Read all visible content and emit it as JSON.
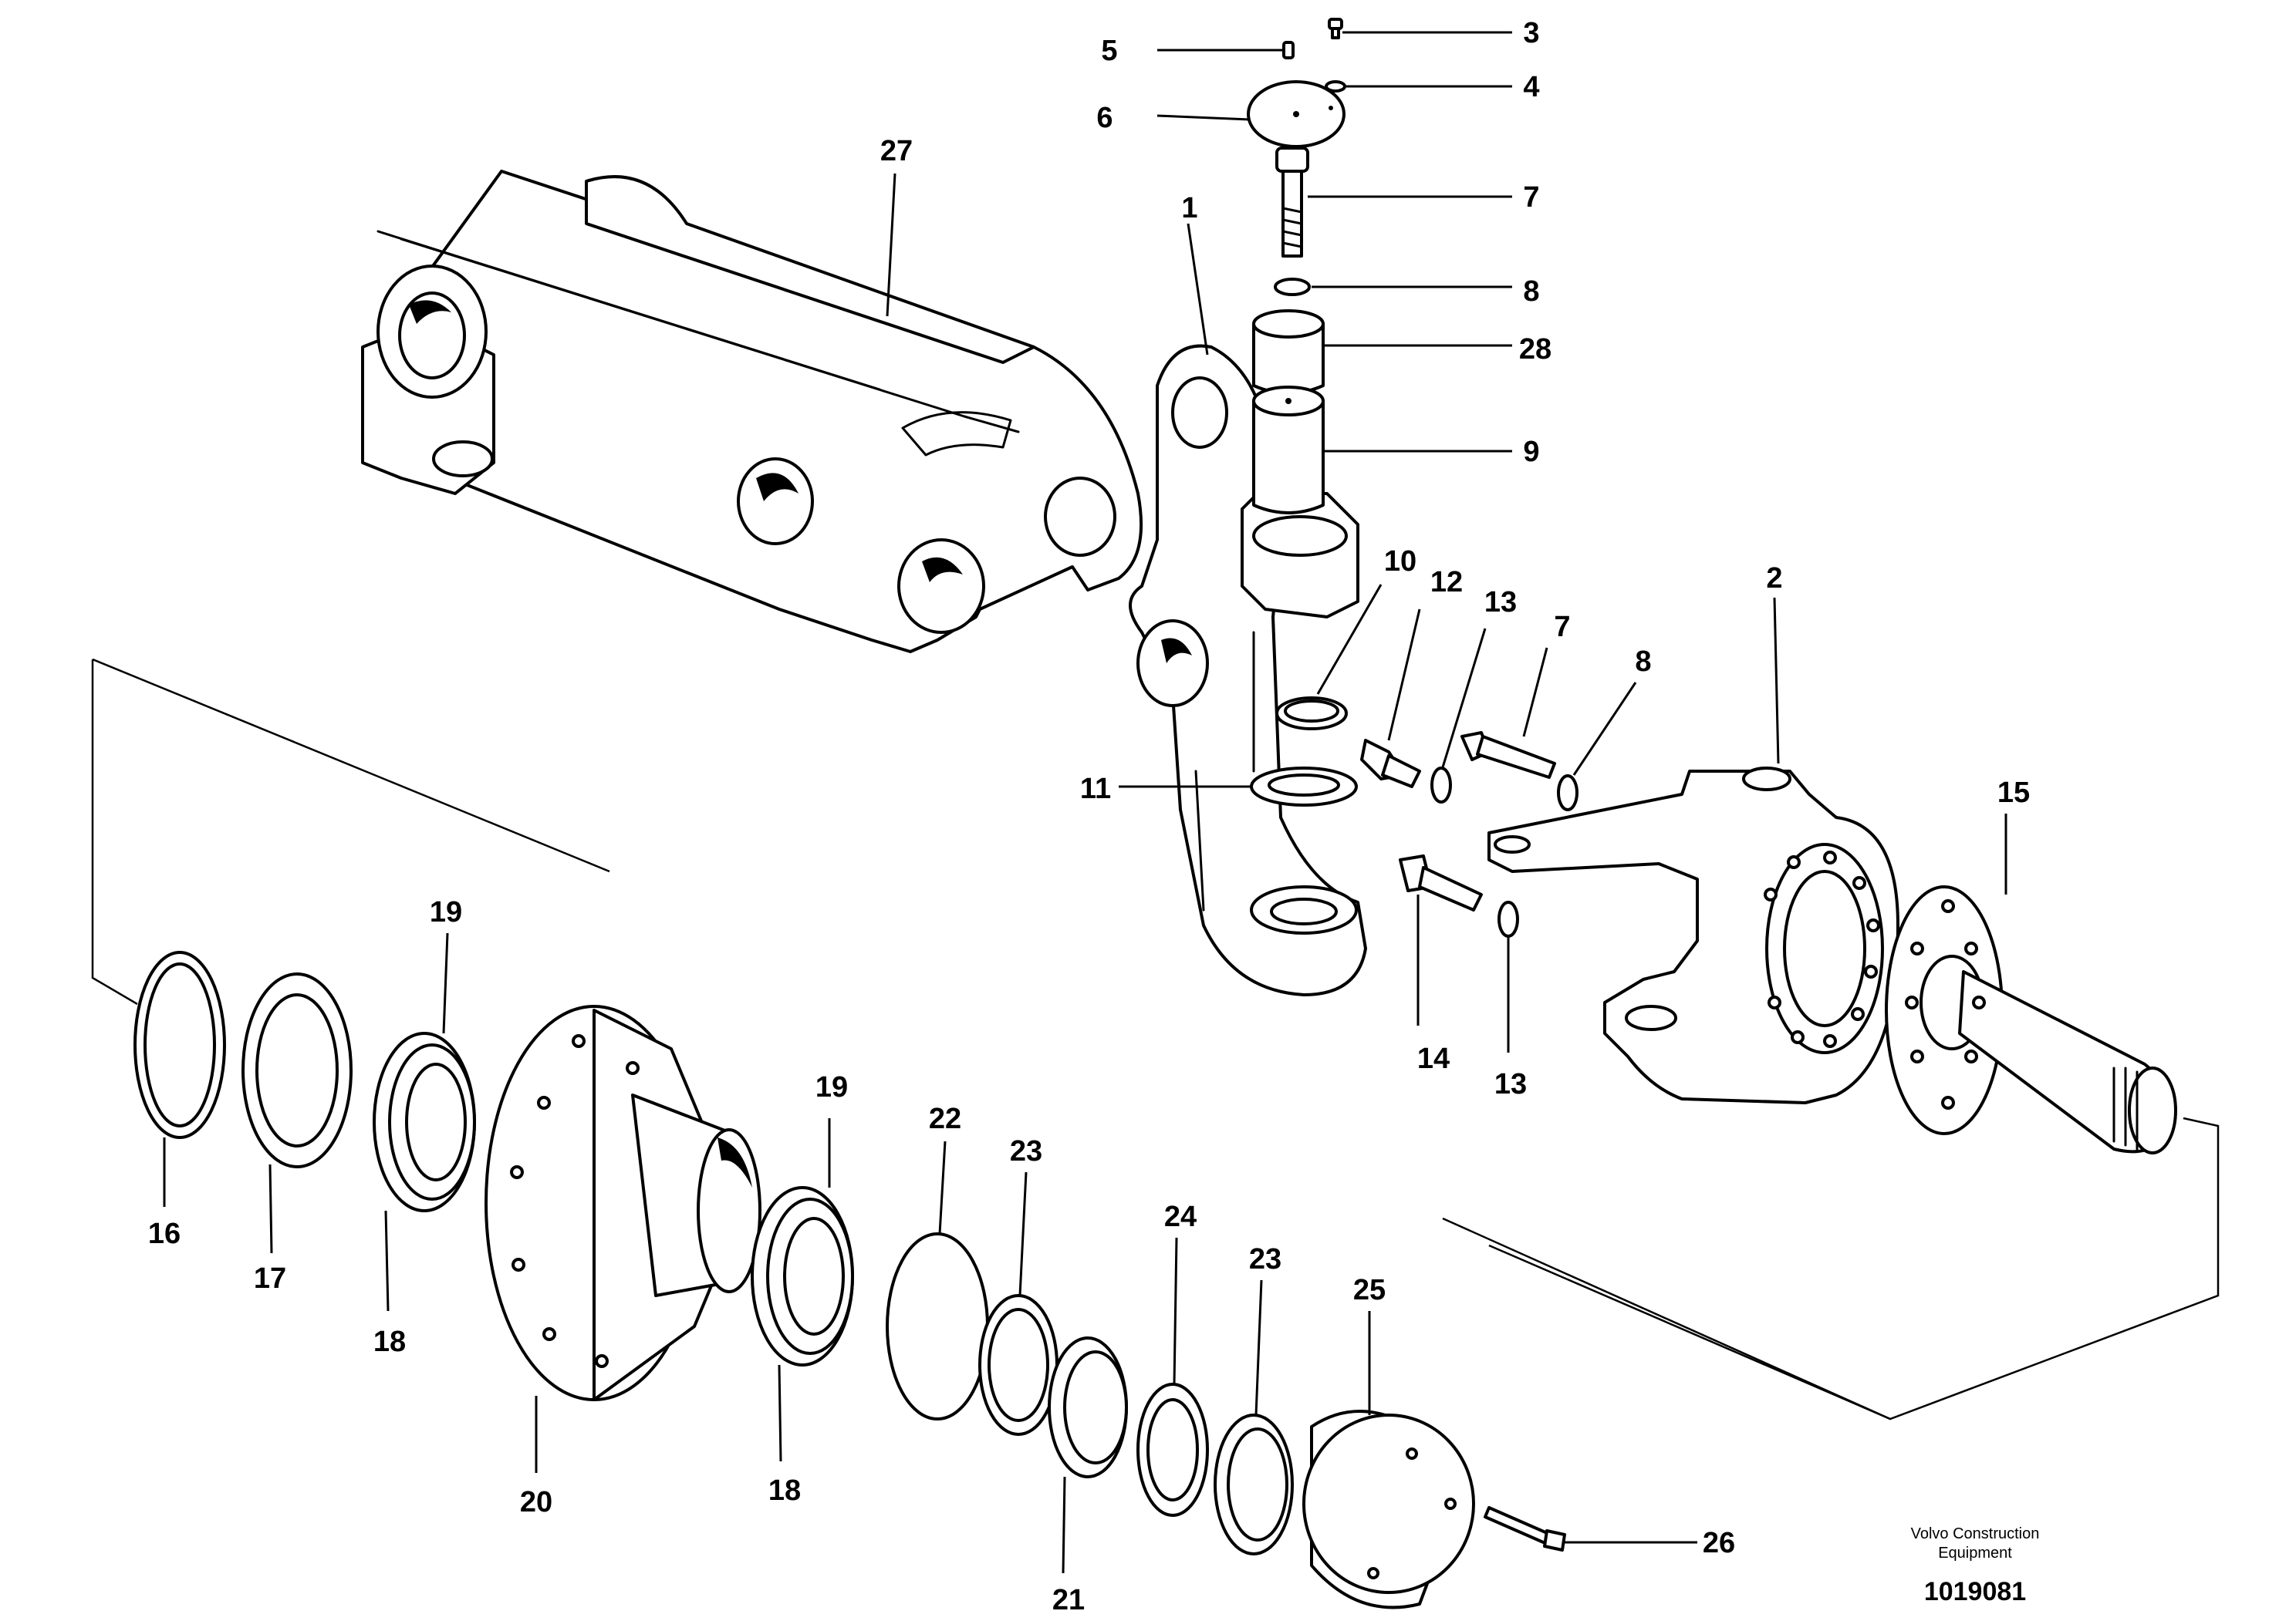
{
  "caption": {
    "company_line1": "Volvo Construction",
    "company_line2": "Equipment",
    "drawing_number": "1019081"
  },
  "labels": {
    "p1": "1",
    "p2": "2",
    "p3": "3",
    "p4": "4",
    "p5": "5",
    "p6": "6",
    "p7a": "7",
    "p7b": "7",
    "p8a": "8",
    "p8b": "8",
    "p9": "9",
    "p10": "10",
    "p11": "11",
    "p12": "12",
    "p13a": "13",
    "p13b": "13",
    "p14": "14",
    "p15": "15",
    "p16": "16",
    "p17": "17",
    "p18a": "18",
    "p18b": "18",
    "p19a": "19",
    "p19b": "19",
    "p20": "20",
    "p21": "21",
    "p22": "22",
    "p23a": "23",
    "p23b": "23",
    "p24": "24",
    "p25": "25",
    "p26": "26",
    "p27": "27",
    "p28": "28"
  }
}
